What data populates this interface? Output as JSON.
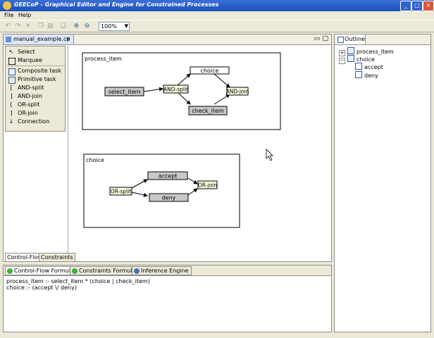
{
  "window": {
    "title": "GEECoP - Graphical Editor and Engine for Constrained Processes"
  },
  "menu": {
    "file": "File",
    "help": "Help"
  },
  "toolbar": {
    "zoom": "100%"
  },
  "editor": {
    "tab_label": "manual_example.cp"
  },
  "palette": {
    "items": [
      "Select",
      "Marquee",
      "Composite task",
      "Primitive task",
      "AND-split",
      "AND-join",
      "OR-split",
      "OR-join",
      "Connection"
    ]
  },
  "diagram1": {
    "title": "process_item",
    "nodes": {
      "select_item": "select_item",
      "and_split": "AND-split",
      "choice": "choice",
      "check_item": "check_item",
      "and_join": "AND-join"
    }
  },
  "diagram2": {
    "title": "choice",
    "nodes": {
      "or_split": "OR-split",
      "accept": "accept",
      "deny": "deny",
      "or_join": "OR-join"
    }
  },
  "left_tabs": [
    "Control-Flow",
    "Constraints"
  ],
  "outline": {
    "tab_label": "Outline",
    "items": [
      "process_item",
      "choice",
      "accept",
      "deny"
    ]
  },
  "formulas": {
    "tabs": [
      "Control-Flow Formulas",
      "Constraints Formulas",
      "Inference Engine"
    ],
    "lines": [
      "process_item :- select_item * (choice | check_item)",
      "choice :- (accept \\/ deny)"
    ]
  }
}
